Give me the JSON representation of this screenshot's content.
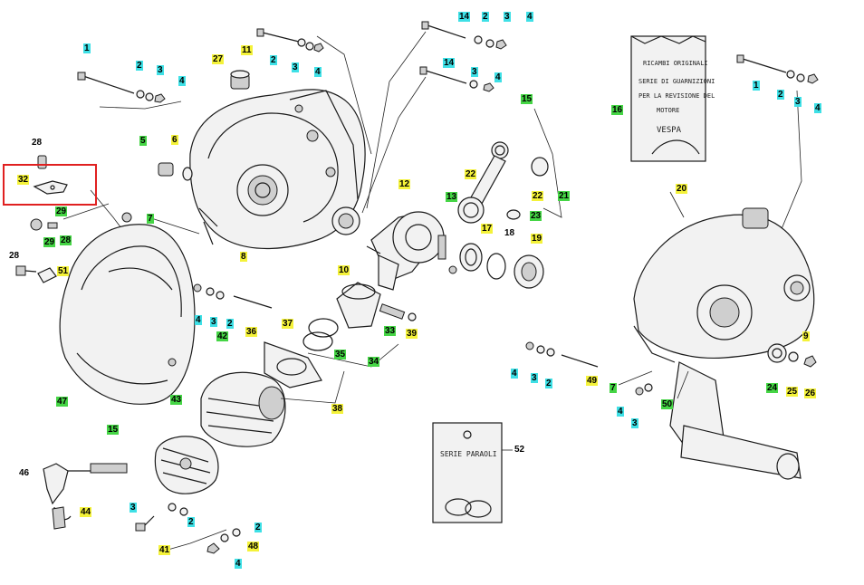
{
  "highlight_color": "#e02020",
  "label_colors": {
    "cyan": "#3ee0e6",
    "yellow": "#f4f23a",
    "green": "#45d545"
  },
  "labels": [
    {
      "id": "l14a",
      "text": "14",
      "color": "cyan"
    },
    {
      "id": "l2a",
      "text": "2",
      "color": "cyan"
    },
    {
      "id": "l3a",
      "text": "3",
      "color": "cyan"
    },
    {
      "id": "l4a",
      "text": "4",
      "color": "cyan"
    },
    {
      "id": "l11",
      "text": "11",
      "color": "yellow"
    },
    {
      "id": "l2b",
      "text": "2",
      "color": "cyan"
    },
    {
      "id": "l3b",
      "text": "3",
      "color": "cyan"
    },
    {
      "id": "l4b",
      "text": "4",
      "color": "cyan"
    },
    {
      "id": "l27",
      "text": "27",
      "color": "yellow"
    },
    {
      "id": "l14b",
      "text": "14",
      "color": "cyan"
    },
    {
      "id": "l3c",
      "text": "3",
      "color": "cyan"
    },
    {
      "id": "l4c",
      "text": "4",
      "color": "cyan"
    },
    {
      "id": "l1a",
      "text": "1",
      "color": "cyan"
    },
    {
      "id": "l2c",
      "text": "2",
      "color": "cyan"
    },
    {
      "id": "l3d",
      "text": "3",
      "color": "cyan"
    },
    {
      "id": "l4d",
      "text": "4",
      "color": "cyan"
    },
    {
      "id": "l15a",
      "text": "15",
      "color": "green"
    },
    {
      "id": "l16",
      "text": "16",
      "color": "green"
    },
    {
      "id": "l1b",
      "text": "1",
      "color": "cyan"
    },
    {
      "id": "l2d",
      "text": "2",
      "color": "cyan"
    },
    {
      "id": "l3e",
      "text": "3",
      "color": "cyan"
    },
    {
      "id": "l4e",
      "text": "4",
      "color": "cyan"
    },
    {
      "id": "l28a",
      "text": "28",
      "color": "plain"
    },
    {
      "id": "l5",
      "text": "5",
      "color": "green"
    },
    {
      "id": "l6",
      "text": "6",
      "color": "yellow"
    },
    {
      "id": "l32",
      "text": "32",
      "color": "yellow"
    },
    {
      "id": "l22a",
      "text": "22",
      "color": "yellow"
    },
    {
      "id": "l22b",
      "text": "22",
      "color": "yellow"
    },
    {
      "id": "l21",
      "text": "21",
      "color": "green"
    },
    {
      "id": "l20",
      "text": "20",
      "color": "yellow"
    },
    {
      "id": "l29a",
      "text": "29",
      "color": "green"
    },
    {
      "id": "l12",
      "text": "12",
      "color": "yellow"
    },
    {
      "id": "l13",
      "text": "13",
      "color": "green"
    },
    {
      "id": "l23",
      "text": "23",
      "color": "green"
    },
    {
      "id": "l7a",
      "text": "7",
      "color": "green"
    },
    {
      "id": "l29b",
      "text": "29",
      "color": "green"
    },
    {
      "id": "l28b",
      "text": "28",
      "color": "green"
    },
    {
      "id": "l17",
      "text": "17",
      "color": "yellow"
    },
    {
      "id": "l18",
      "text": "18",
      "color": "plain"
    },
    {
      "id": "l19",
      "text": "19",
      "color": "yellow"
    },
    {
      "id": "l8",
      "text": "8",
      "color": "yellow"
    },
    {
      "id": "l28c",
      "text": "28",
      "color": "plain"
    },
    {
      "id": "l51",
      "text": "51",
      "color": "yellow"
    },
    {
      "id": "l10",
      "text": "10",
      "color": "yellow"
    },
    {
      "id": "l4f",
      "text": "4",
      "color": "cyan"
    },
    {
      "id": "l3f",
      "text": "3",
      "color": "cyan"
    },
    {
      "id": "l2e",
      "text": "2",
      "color": "cyan"
    },
    {
      "id": "l37",
      "text": "37",
      "color": "yellow"
    },
    {
      "id": "l36",
      "text": "36",
      "color": "yellow"
    },
    {
      "id": "l33",
      "text": "33",
      "color": "green"
    },
    {
      "id": "l39",
      "text": "39",
      "color": "yellow"
    },
    {
      "id": "l35",
      "text": "35",
      "color": "green"
    },
    {
      "id": "l34",
      "text": "34",
      "color": "green"
    },
    {
      "id": "l9",
      "text": "9",
      "color": "yellow"
    },
    {
      "id": "l42",
      "text": "42",
      "color": "green"
    },
    {
      "id": "l4g",
      "text": "4",
      "color": "cyan"
    },
    {
      "id": "l3g",
      "text": "3",
      "color": "cyan"
    },
    {
      "id": "l2f",
      "text": "2",
      "color": "cyan"
    },
    {
      "id": "l49",
      "text": "49",
      "color": "yellow"
    },
    {
      "id": "l24",
      "text": "24",
      "color": "green"
    },
    {
      "id": "l25",
      "text": "25",
      "color": "yellow"
    },
    {
      "id": "l26",
      "text": "26",
      "color": "yellow"
    },
    {
      "id": "l7b",
      "text": "7",
      "color": "green"
    },
    {
      "id": "l47",
      "text": "47",
      "color": "green"
    },
    {
      "id": "l43",
      "text": "43",
      "color": "green"
    },
    {
      "id": "l38",
      "text": "38",
      "color": "yellow"
    },
    {
      "id": "l4h",
      "text": "4",
      "color": "cyan"
    },
    {
      "id": "l3h",
      "text": "3",
      "color": "cyan"
    },
    {
      "id": "l50",
      "text": "50",
      "color": "green"
    },
    {
      "id": "l15b",
      "text": "15",
      "color": "green"
    },
    {
      "id": "l52",
      "text": "52",
      "color": "plain"
    },
    {
      "id": "l46",
      "text": "46",
      "color": "plain"
    },
    {
      "id": "l3i",
      "text": "3",
      "color": "cyan"
    },
    {
      "id": "l2g",
      "text": "2",
      "color": "cyan"
    },
    {
      "id": "l44",
      "text": "44",
      "color": "yellow"
    },
    {
      "id": "l2h",
      "text": "2",
      "color": "cyan"
    },
    {
      "id": "l41",
      "text": "41",
      "color": "yellow"
    },
    {
      "id": "l48",
      "text": "48",
      "color": "yellow"
    },
    {
      "id": "l4i",
      "text": "4",
      "color": "cyan"
    }
  ],
  "gasket_card": {
    "header": "RICAMBI ORIGINALI",
    "line1": "SERIE DI GUARNIZIONI",
    "line2": "PER LA REVISIONE DEL",
    "line3": "MOTORE",
    "brand": "VESPA"
  },
  "seal_card": {
    "title": "SERIE PARAOLI"
  }
}
